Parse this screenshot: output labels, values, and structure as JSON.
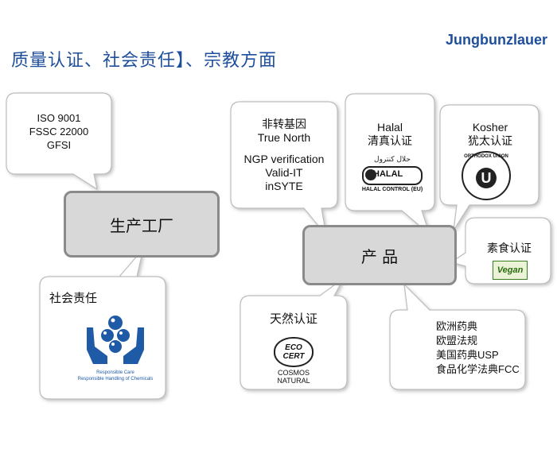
{
  "header": {
    "title": "质量认证、社会责任】、宗教方面",
    "brand": "Jungbunzlauer"
  },
  "hubs": {
    "factory": "生产工厂",
    "product": "产 品"
  },
  "factory_certs": [
    "ISO 9001",
    "FSSC 22000",
    "GFSI"
  ],
  "social": {
    "title": "社会责任",
    "logo_line1": "Responsible Care",
    "logo_line2": "Responsible Handling of Chemicals"
  },
  "nongmo": {
    "title": "非转基因",
    "line1": "True North",
    "line2": "NGP verification",
    "line3": "Valid-IT",
    "line4": "inSYTE"
  },
  "halal": {
    "title_en": "Halal",
    "title_cn": "清真认证",
    "logo_text": "HALAL",
    "logo_arabic": "حلال كنترول",
    "logo_control": "HALAL CONTROL (EU)"
  },
  "kosher": {
    "title_en": "Kosher",
    "title_cn": "犹太认证",
    "logo_ring": "ORTHODOX UNION",
    "logo_center": "U"
  },
  "vegan": {
    "title": "素食认证",
    "logo_text": "Vegan"
  },
  "natural": {
    "title": "天然认证",
    "logo_line1": "ECO",
    "logo_line2": "CERT",
    "logo_line3": "COSMOS",
    "logo_line4": "NATURAL"
  },
  "pharma": {
    "line1": "欧洲药典",
    "line2": "欧盟法规",
    "line3": "美国药典USP",
    "line4": "食品化学法典FCC"
  }
}
